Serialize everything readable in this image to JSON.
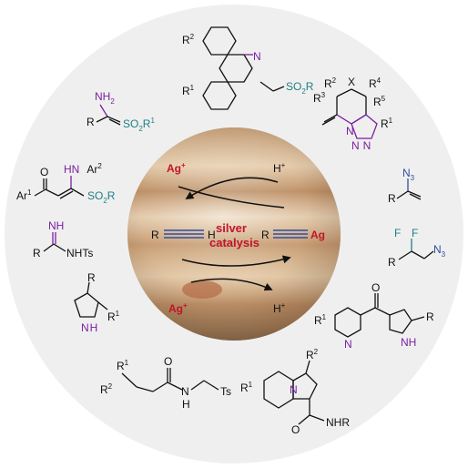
{
  "figure": {
    "center": {
      "label_line1": "silver",
      "label_line2": "catalysis",
      "ag_plus_top": "Ag",
      "h_plus_top": "H",
      "ag_plus_bottom": "Ag",
      "h_plus_bottom": "H",
      "plus": "+",
      "alkyne_left_r": "R",
      "alkyne_left_h": "H",
      "alkyne_right_r": "R",
      "alkyne_right_ag": "Ag"
    },
    "products": {
      "phenanthridine": {
        "r2": "R",
        "r2sub": "2",
        "r1": "R",
        "r1sub": "1",
        "n": "N",
        "so2r": "SO",
        "so2r_sub": "2",
        "so2r_r": "R"
      },
      "enamine": {
        "nh2": "NH",
        "nh2sub": "2",
        "r": "R",
        "so2": "SO",
        "so2sub": "2",
        "r1": "R",
        "r1sub": "1"
      },
      "ketone": {
        "o": "O",
        "hn": "HN",
        "ar2": "Ar",
        "ar2sub": "2",
        "ar1": "Ar",
        "ar1sub": "1",
        "so2": "SO",
        "so2sub": "2",
        "r": "R"
      },
      "amidine": {
        "nh": "NH",
        "r": "R",
        "nhts": "NHTs"
      },
      "pyrrole": {
        "r": "R",
        "r1": "R",
        "r1sub": "1",
        "nh": "N",
        "h": "H"
      },
      "allenamide": {
        "r1": "R",
        "r1sub": "1",
        "r2": "R",
        "r2sub": "2",
        "o": "O",
        "n": "N",
        "h": "H",
        "ts": "Ts"
      },
      "indolizine": {
        "r1": "R",
        "r1sub": "1",
        "r2": "R",
        "r2sub": "2",
        "n": "N",
        "o": "O",
        "nhr": "NHR"
      },
      "pyridyl_pyrrole": {
        "o": "O",
        "r1": "R",
        "r1sub": "1",
        "n": "N",
        "nh": "NH",
        "r": "R"
      },
      "difluoro_azide": {
        "f1": "F",
        "f2": "F",
        "n3": "N",
        "n3sub": "3",
        "r": "R"
      },
      "vinyl_azide": {
        "n3": "N",
        "n3sub": "3",
        "r": "R"
      },
      "triazole": {
        "r2": "R",
        "r2sub": "2",
        "r3": "R",
        "r3sub": "3",
        "x": "X",
        "r4": "R",
        "r4sub": "4",
        "r5": "R",
        "r5sub": "5",
        "n": "N",
        "n2": "N",
        "n3": "N",
        "r1": "R",
        "r1sub": "1"
      }
    },
    "colors": {
      "ring": "#efefef",
      "purple": "#7b1fa2",
      "teal": "#1f7f86",
      "red": "#c0152a",
      "blue": "#2f4ea0"
    }
  }
}
